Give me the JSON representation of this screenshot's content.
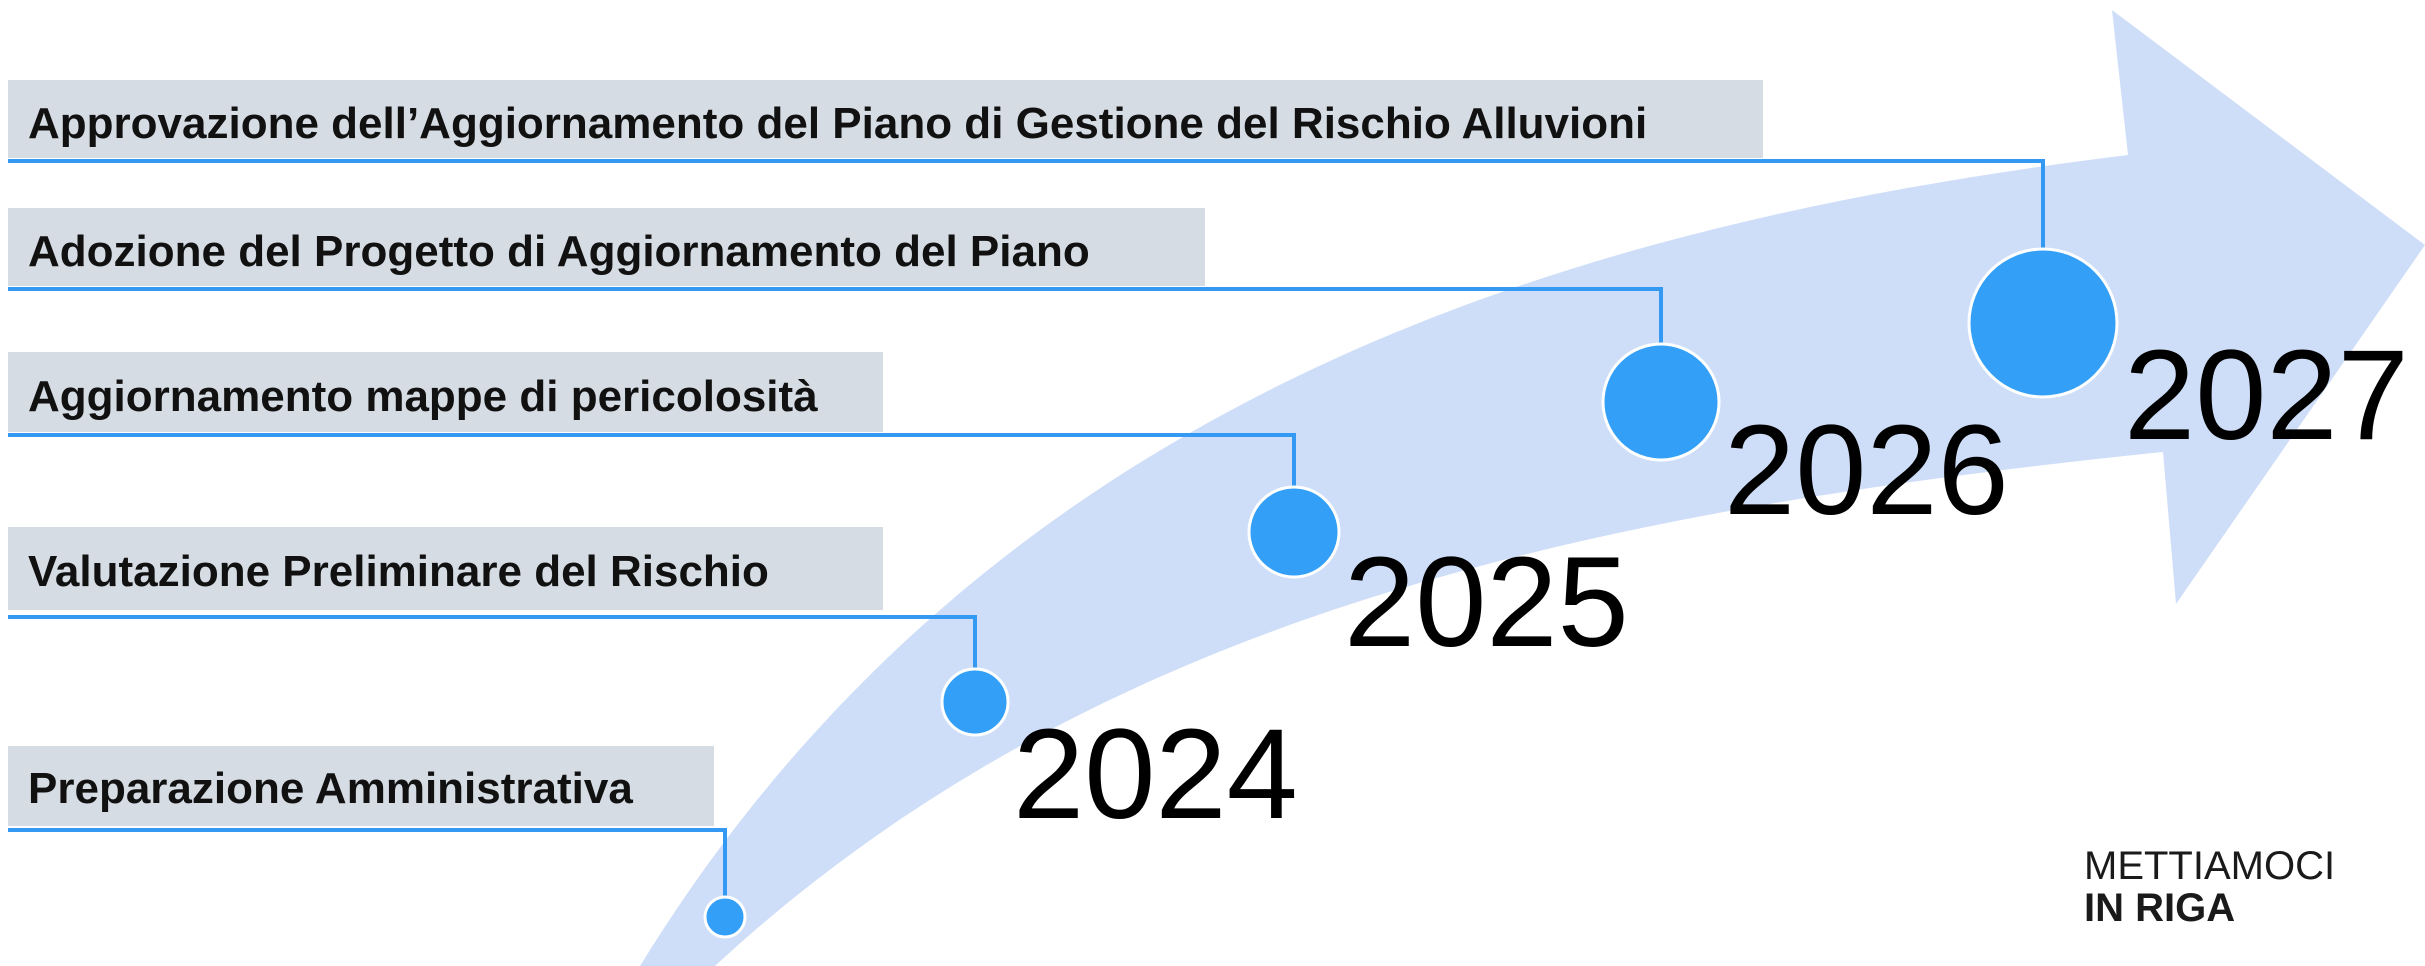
{
  "colors": {
    "arrow": "#cfdef8",
    "label_box": "#d6dce4",
    "connector": "#3399f3",
    "milestone": "#339ff7",
    "milestone_border": "#ffffff",
    "text": "#111111"
  },
  "steps": [
    {
      "label": "Preparazione Amministrativa",
      "year": ""
    },
    {
      "label": "Valutazione Preliminare del Rischio",
      "year": "2024"
    },
    {
      "label": "Aggiornamento mappe di pericolosità",
      "year": "2025"
    },
    {
      "label": "Adozione del Progetto di Aggiornamento del Piano",
      "year": "2026"
    },
    {
      "label": "Approvazione dell’Aggiornamento del Piano di Gestione del Rischio Alluvioni",
      "year": "2027"
    }
  ],
  "brand": {
    "line1": "METTIAMOCI",
    "line2": "IN RIGA"
  }
}
